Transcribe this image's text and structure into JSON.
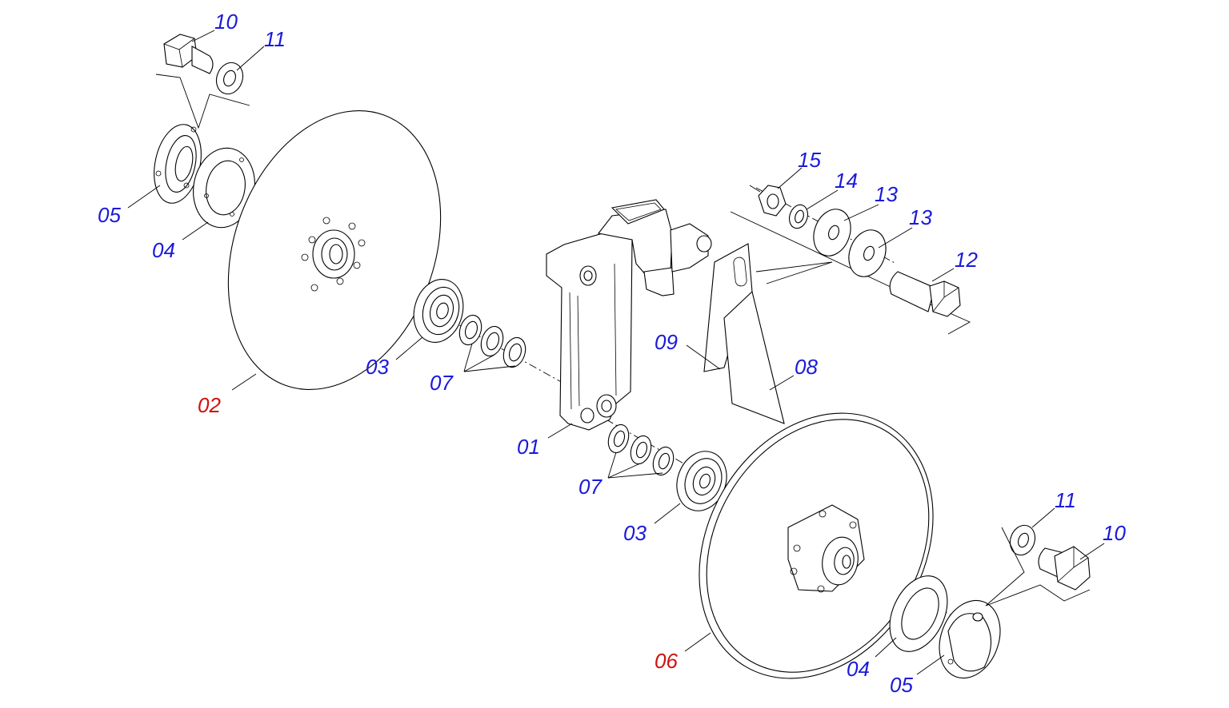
{
  "colors": {
    "part_label": "#1a1adb",
    "assembly_label": "#d01010",
    "line": "#000000"
  },
  "callouts": [
    {
      "id": "c-10-top",
      "text": "10",
      "kind": "part"
    },
    {
      "id": "c-11-top",
      "text": "11",
      "kind": "part"
    },
    {
      "id": "c-05-left",
      "text": "05",
      "kind": "part"
    },
    {
      "id": "c-04-left",
      "text": "04",
      "kind": "part"
    },
    {
      "id": "c-02",
      "text": "02",
      "kind": "assembly"
    },
    {
      "id": "c-03-left",
      "text": "03",
      "kind": "part"
    },
    {
      "id": "c-07-left",
      "text": "07",
      "kind": "part"
    },
    {
      "id": "c-01",
      "text": "01",
      "kind": "part"
    },
    {
      "id": "c-09",
      "text": "09",
      "kind": "part"
    },
    {
      "id": "c-08",
      "text": "08",
      "kind": "part"
    },
    {
      "id": "c-15",
      "text": "15",
      "kind": "part"
    },
    {
      "id": "c-14",
      "text": "14",
      "kind": "part"
    },
    {
      "id": "c-13a",
      "text": "13",
      "kind": "part"
    },
    {
      "id": "c-13b",
      "text": "13",
      "kind": "part"
    },
    {
      "id": "c-12",
      "text": "12",
      "kind": "part"
    },
    {
      "id": "c-07-right",
      "text": "07",
      "kind": "part"
    },
    {
      "id": "c-03-right",
      "text": "03",
      "kind": "part"
    },
    {
      "id": "c-06",
      "text": "06",
      "kind": "assembly"
    },
    {
      "id": "c-04-right",
      "text": "04",
      "kind": "part"
    },
    {
      "id": "c-05-right",
      "text": "05",
      "kind": "part"
    },
    {
      "id": "c-11-right",
      "text": "11",
      "kind": "part"
    },
    {
      "id": "c-10-right",
      "text": "10",
      "kind": "part"
    }
  ]
}
